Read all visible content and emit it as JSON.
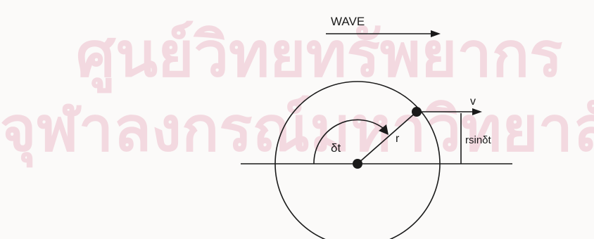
{
  "diagram": {
    "wave_label": "WAVE",
    "velocity_label": "v",
    "radius_label": "r",
    "angle_label": "δt",
    "height_label": "rsinδt"
  },
  "watermark": {
    "line1": "ศูนย์วิทยทรัพยากร",
    "line2": "จุฬาลงกรณ์มหาวิทยาลัย",
    "color": "#f3d9e0"
  },
  "colors": {
    "ink": "#1a1a1a",
    "paper": "#fbfaf9"
  }
}
